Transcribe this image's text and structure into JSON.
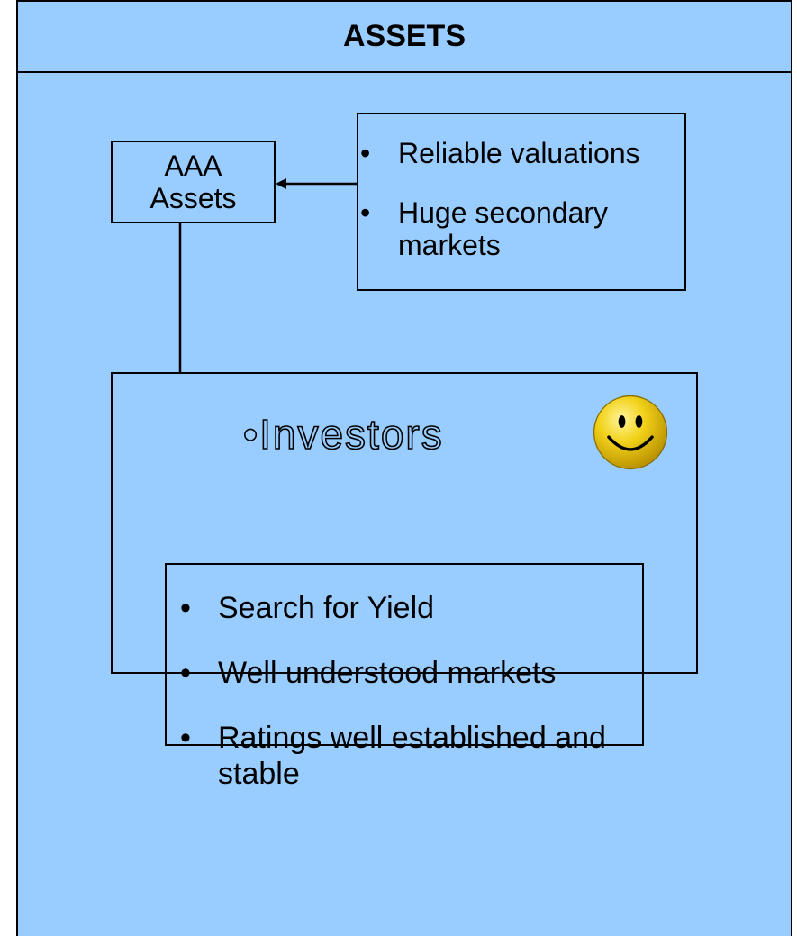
{
  "header": {
    "title": "ASSETS"
  },
  "aaa_box": {
    "line1": "AAA",
    "line2": "Assets"
  },
  "features": {
    "items": [
      {
        "label": "Reliable valuations"
      },
      {
        "label": "Huge secondary markets"
      }
    ]
  },
  "investors": {
    "title": "•Investors",
    "emoji": "smiley-face-icon",
    "reasons": [
      {
        "label": "Search for Yield"
      },
      {
        "label": "Well understood markets"
      },
      {
        "label": "Ratings well established and stable"
      }
    ]
  },
  "colors": {
    "background": "#99ccff",
    "border": "#000000",
    "smiley": "#f2d21a"
  }
}
